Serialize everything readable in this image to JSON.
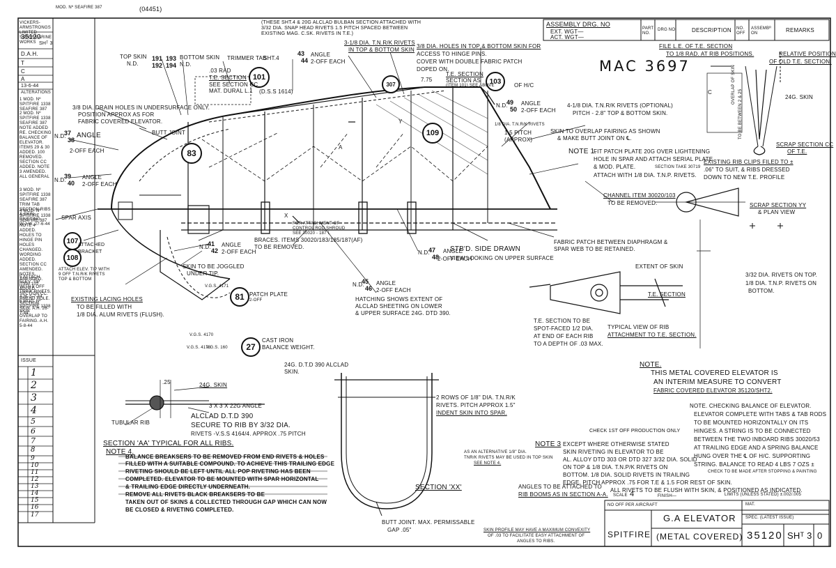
{
  "top_ref": "(04451)",
  "handwritten_ref": "MAC 3697",
  "title_block": {
    "name": "G.A ELEVATOR",
    "subtitle": "(METAL COVERED)",
    "aircraft": "SPITFIRE",
    "drawing_no": "35120",
    "sheet": "SHᵀ 3",
    "issue_mark": "0",
    "finish_label": "FINISH—",
    "scale_label": "SCALE",
    "scale_value": "4",
    "no_off_label": "NO OFF PER AIRCRAFT",
    "limits": "LIMITS (UNLESS STATED) ±.002/.005",
    "mat_label": "MAT.",
    "spec_label": "SPEC. (LATEST ISSUE)"
  },
  "parts_header": {
    "part_no": "PART No.",
    "drg_no": "DRG No.",
    "description": "DESCRIPTION",
    "no_off": "No. OFF",
    "assembly_on": "ASSEMBᴿ ON",
    "remarks": "REMARKS"
  },
  "assembly": {
    "title": "ASSEMBLY DRG. No",
    "ext": "EXT. WGT—",
    "act": "ACT. WGT—"
  },
  "left_column": {
    "header": "VICKERS-ARMSTRONGS LIMITED SUPERMARINE WORKS",
    "drawing_no": "35120",
    "sheet": "SHᵀ 3",
    "rows": [
      "D.A.H.",
      "T",
      "C",
      "A",
      "13-6-44",
      "ALTERATIONS"
    ],
    "alterations": [
      "1 MOD. Nº SPITFIRE 1338 SEAFIRE 387",
      "2 MOD. Nº SPITFIRE 1338 SEAFIRE 387 NOTE ADDED RE. CHECKING BALANCE OF ELEVATOR. ITEMS 29 & 30 ADDED. 100 REMOVED. SECTION CC ADDED. NOTE 3 AMENDED. ALL GENERAL",
      "3 MOD. Nº SPITFIRE 1338 SEAFIRE 387 TRIM TAB SECTION RIBS & SKIN RIVETING. W.J.W. 27-6-44",
      "4 MOD. Nº SPITFIRE 1338 SEAFIRE 387 NOTE 4 ADDED. HOLES TO HINGE PIN HOLES CHANGED. WORDING ADDED. SECTION CC AMENDED. NOTES AMENDED. ITEM 102 ADDED. SECTION CC. AMEND HOLE. SECTION. SKIN. A.H. 26-7-44",
      "5 ATTACH ELEV. TIP WITH 9 OFF TNR/K RIVETS. A.H. 5-7-44",
      "6 MOD. Nº SPITFIRE 1338 SKIN OVERLAP TO FAIRING. A.H. 5-8-44"
    ]
  },
  "issue_column": {
    "header": "ISSUE",
    "marks": [
      "1",
      "2",
      "3",
      "4",
      "5",
      "6",
      "7",
      "8",
      "9",
      "10",
      "11",
      "12",
      "13",
      "14",
      "15",
      "16",
      "17"
    ]
  },
  "top_notes": {
    "rivet_note": "(THESE SHT.4 & 20G ALCLAD BULBAN SECTION ATTACHED WITH 3/32 DIA. SNAP HEAD RIVETS 1.5 PITCH SPACED BETWEEN EXISTING MAG. C.SK. RIVETS IN T.E.)",
    "mod_note": "MOD. Nº SEAFIRE 387"
  },
  "labels": {
    "top_skin": "TOP SKIN",
    "top_skin_nd": "N.D.",
    "bottom_skin": "BOTTOM SKIN",
    "bottom_skin_nd": "N.D.",
    "trimmer_tab": "TRIMMER TAB",
    "trimmer_tab_sht": "SHT.4",
    "rad": ".03 RAD",
    "te_section": "T.E. SECTION",
    "see_section": "SEE SECTION CC",
    "mat_dural": "MAT. DURAL L.1",
    "dss": "(D.S.S 1614)",
    "angle_43": "ANGLE",
    "angle_43_off": "2-OFF EACH",
    "rivets_tnrk": "3-1/8 DIA. T.N.R/K RIVETS",
    "rivets_tnrk2": "IN TOP & BOTTOM SKIN",
    "holes": "3/8 DIA. HOLES IN TOP & BOTTOM SKIN FOR",
    "holes2": "ACCESS TO HINGE PINS.",
    "holes3": "COVER WITH DOUBLE FABRIC PATCH",
    "holes4": "DOPED ON.",
    "dim_775": "7.75",
    "te_section_as": "T.E. SECTION",
    "te_section_as2": "SECTION AS",
    "te_section_as3": "(ITEM 101) SEE ABOVE",
    "cl_hc": "C.L. OF H/C",
    "drain": "3/8 DIA. DRAIN HOLES IN UNDERSURFACE ONLY.",
    "drain2": "POSITION APPROX AS FOR",
    "drain3": "FABRIC COVERED ELEVATOR.",
    "butt_joint": "BUTT JOINT",
    "angle_37": "ANGLE",
    "angle_37_nd": "N.D.",
    "angle_37_off": "2-OFF EACH",
    "angle_39": "ANGLE",
    "angle_39_nd": "N.D.",
    "angle_39_off": "2-OFF EACH",
    "spar_axis": "SPAR AXIS",
    "attached_bracket": "ATTACHED BRACKET",
    "attach_elev": "ATTACH ELEV. TIP WITH",
    "attach_elev2": "9 OFF T.N.R/K RIVETS",
    "attach_elev3": "TOP & BOTTOM",
    "lacing": "EXISTING LACING HOLES",
    "lacing2": "TO BE FILLED WITH",
    "lacing3": "1/8 DIA. ALUM RIVETS (FLUSH).",
    "toggle": "SKIN TO BE JOGGLED",
    "toggle2": "UNDER TIP.",
    "braces": "BRACES. ITEMS 30020/183/185/187(AF)",
    "braces2": "TO BE REMOVED.",
    "angle_41": "ANGLE",
    "angle_41_nd": "N.D.",
    "angle_41_off": "2-OFF EACH",
    "control_rod": "FOR ATTACHMENT OF",
    "control_rod2": "CONTROL ROD SHROUD",
    "control_rod3": "SEE 30020 - 187 I.",
    "patch_plate": "PATCH PLATE",
    "patch_plate_off": "2-OFF",
    "cast_iron": "CAST IRON",
    "balance_weight": "BALANCE WEIGHT.",
    "stbd": "STB'D. SIDE DRAWN",
    "stbd2": "VIEW LOOKING ON UPPER SURFACE",
    "angle_45": "ANGLE",
    "angle_45_nd": "N.D.",
    "angle_45_off": "2-OFF EACH",
    "angle_47": "ANGLE",
    "angle_47_nd": "N.D.",
    "angle_47_off": "2-OFF EACH",
    "hatching": "HATCHING SHOWS EXTENT OF",
    "hatching2": "ALCLAD SHEETING ON LOWER",
    "hatching3": "& UPPER SURFACE 24G. DTD 390.",
    "fabric_patch": "FABRIC PATCH BETWEEN DIAPHRAGM &",
    "fabric_patch2": "SPAR WEB TO BE RETAINED.",
    "angle_49": "ANGLE",
    "angle_49_nd": "N.D.",
    "angle_49_off": "2-OFF EACH",
    "pitch_15": "1/8 DIA. T.N.R/K RIVETS",
    "pitch_15b": "1.5 PITCH",
    "pitch_15c": "(APPROX)",
    "rivets_4": "4-1/8 DIA. T.N.R/K RIVETS (OPTIONAL)",
    "rivets_4b": "PITCH - 2.8\" TOP & BOTTOM SKIN.",
    "overlap": "SKIN TO OVERLAP FAIRING AS SHOWN",
    "overlap2": "& MAKE BUTT JOINT ON ℄.",
    "of_hc": "OF H/C",
    "file_le": "FILE L.E. OF T.E. SECTION",
    "file_le2": "TO 1/8 RAD. AT RIB POSITIONS.",
    "relative": "RELATIVE POSITION",
    "relative2": "OF OLD T.E. SECTION.",
    "skin_24g": "24G. SKIN",
    "overlap_skin": "OVERLAP OF SKIN",
    "overlap_skin2": "TO BE BETWEEN 2 & 25",
    "scrap_cc": "SCRAP SECTION CC",
    "scrap_cc2": "OF T.E.",
    "existing_rib": "EXISTING RIB CLIPS FILED TO ±",
    "existing_rib2": ".06\" TO SUIT, & RIBS DRESSED",
    "existing_rib3": "DOWN TO NEW T.E. PROFILE",
    "note1": "NOTE 1.",
    "note1a": "FIT PATCH PLATE 20G OVER LIGHTENING",
    "note1b": "HOLE IN SPAR AND ATTACH SERIAL PLATE",
    "note1c": "& MOD. PLATE.",
    "note1d": "SECTION TAKE 30719",
    "note1e": "ATTACH WITH 1/8 DIA. T.N.P. RIVETS.",
    "channel": "CHANNEL ITEM 30020/103",
    "channel2": "TO BE REMOVED.",
    "scrap_yy": "SCRAP SECTION YY",
    "scrap_yy2": "& PLAN VIEW",
    "extent_skin": "EXTENT OF SKIN",
    "te_section_r": "T.E. SECTION",
    "rivets_top": "3/32 DIA. RIVETS ON TOP.",
    "rivets_bottom": "1/8 DIA. T.N.P. RIVETS ON",
    "rivets_bottom2": "BOTTOM.",
    "te_spot": "T.E. SECTION TO BE",
    "te_spot2": "SPOT-FACED 1/2 DIA.",
    "te_spot3": "AT END OF EACH RIB",
    "te_spot4": "TO A DEPTH OF .03 MAX.",
    "typical_view": "TYPICAL VIEW OF RIB",
    "typical_view2": "ATTACHMENT TO T.E. SECTION.",
    "note_main": "NOTE.",
    "note_main2": "THIS METAL COVERED ELEVATOR IS",
    "note_main3": "AN INTERIM MEASURE TO CONVERT",
    "note_main4": "FABRIC COVERED ELEVATOR 35120/SHT2.",
    "note_balance": "NOTE. CHECKING BALANCE OF ELEVATOR.",
    "note_balance2": "ELEVATOR COMPLETE WITH TABS & TAB RODS",
    "note_balance3": "TO BE MOUNTED HORIZONTALLY ON ITS",
    "note_balance4": "HINGES. A STRING IS TO BE CONNECTED",
    "note_balance5": "BETWEEN THE TWO INBOARD RIBS 30020/53",
    "note_balance6": "AT TRAILING EDGE AND A SPRING BALANCE",
    "note_balance7": "HUNG OVER THE ℄ OF H/C. SUPPORTING",
    "note_balance8": "STRING. BALANCE TO READ 4 LBS 7 OZS ±",
    "note_balance9": "CHECK TO BE MADE AFTER STOPPING & PAINTING",
    "check_1st": "CHECK 1ST OFF PRODUCTION ONLY",
    "skin_24": "24G. SKIN",
    "angle_spec": "3 x 3 x 22G ANGLE",
    "angle_spec2": "ALCLAD D.T.D 390",
    "angle_spec3": "SECURE TO RIB BY 3/32 DIA.",
    "angle_spec4": "RIVETS -V.S.S 4164/4.  APPROX .75 PITCH",
    "dim_25": ".25",
    "tubular_rib": "TUBULAR RIB",
    "section_aa": "SECTION 'AA' TYPICAL FOR ALL RIBS.",
    "note4": "NOTE 4.",
    "note4a": "BALANCE BREAKSERS TO BE REMOVED FROM END RIVETS & HOLES",
    "note4b": "FILLED WITH A SUITABLE COMPOUND. TO ACHIEVE THIS TRAILING EDGE",
    "note4c": "RIVETING SHOULD BE LEFT UNTIL ALL POP RIVETING HAS BEEN",
    "note4d": "COMPLETED. ELEVATOR TO BE MOUNTED WITH SPAR HORIZONTAL",
    "note4e": "& TRAILING EDGE DIRECTLY UNDERNEATH.",
    "note4f": "REMOVE ALL RIVETS BLACK BREAKSERS TO BE",
    "note4g": "TAKEN OUT OF SKINS & COLLECTED THROUGH GAP WHICH CAN NOW",
    "note4h": "BE CLOSED & RIVETING COMPLETED.",
    "alclad_24": "24G. D.T.D 390 ALCLAD",
    "alclad_24b": "SKIN.",
    "rows_2": "2 ROWS OF 1/8\" DIA. T.N.R/K",
    "rows_2b": "RIVETS. PITCH APPROX 1.5\"",
    "rows_2c": "INDENT SKIN INTO SPAR.",
    "section_xx": "SECTION 'XX'",
    "butt_joint_b": "BUTT JOINT.  MAX. PERMISSABLE",
    "butt_joint_b2": "GAP .05\"",
    "alternative": "AS AN ALTERNATIVE 1/8\" DIA.",
    "alternative2": "TNR/K RIVETS MAY BE USED IN TOP SKIN",
    "alternative3": "SEE NOTE 4.",
    "note3": "NOTE 3",
    "note3a": "EXCEPT WHERE OTHERWISE STATED",
    "note3b": "SKIN RIVETING IN ELEVATOR TO BE",
    "note3c": "AL. ALLOY DTD 303 OR DTD 327 3/32 DIA. SOLID",
    "note3d": "ON TOP & 1/8 DIA. T.N.P/K RIVETS ON",
    "note3e": "BOTTOM. 1/8 DIA. SOLID RIVETS IN TRAILING",
    "note3f": "EDGE. PITCH APPROX .75 FOR T.E & 1.5 FOR REST OF SKIN.",
    "note3g": "ALL RIVETS TO BE FLUSH WITH SKIN, & POSITIONED AS INDICATED.",
    "angles_attached": "ANGLES TO BE ATTACHED TO",
    "angles_attached2": "RIB BOOMS AS IN SECTION A-A.",
    "skin_profile": "SKIN PROFILE MAY HAVE A MAXIMUM CONVEXITY",
    "skin_profile2": "OF .03 TO FACILITATE EASY ATTACHMENT OF",
    "skin_profile3": "ANGLES TO RIBS.",
    "vgs_a": "V.G.S. 4171",
    "vgs_b": "V.G.S. 4178",
    "vgs_c": "V.G.S. 4170",
    "vgs_d": "V.G.S. 160",
    "cc_mark": "C",
    "y_mark": "Y",
    "x_mark": "X",
    "a_mark": "A"
  },
  "items": {
    "i83": "83",
    "i101": "101",
    "i103": "103",
    "i107": "107",
    "i108": "108",
    "i109": "109",
    "i81": "81",
    "i27": "27",
    "i307": "307",
    "i191": "191",
    "i192": "192",
    "i193": "193",
    "i194": "194",
    "i43": "43",
    "i44": "44",
    "i37": "37",
    "i38": "38",
    "i39": "39",
    "i40": "40",
    "i41": "41",
    "i42": "42",
    "i45": "45",
    "i46": "46",
    "i47": "47",
    "i48": "48",
    "i49": "49",
    "i50": "50"
  }
}
